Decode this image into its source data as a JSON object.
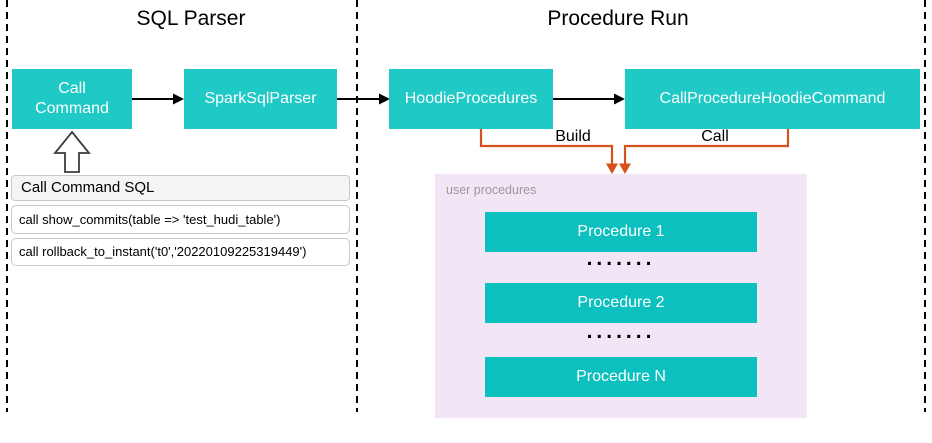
{
  "sections": {
    "left": {
      "title": "SQL Parser"
    },
    "right": {
      "title": "Procedure Run"
    }
  },
  "nodes": {
    "call_command": {
      "label": "Call Command"
    },
    "spark_sql_parser": {
      "label": "SparkSqlParser"
    },
    "hoodie_procedures": {
      "label": "HoodieProcedures"
    },
    "call_procedure_hoodie_command": {
      "label": "CallProcedureHoodieCommand"
    }
  },
  "connectors": {
    "build_label": "Build",
    "call_label": "Call"
  },
  "sql_panel": {
    "title": "Call Command SQL",
    "statements": [
      "call show_commits(table => 'test_hudi_table')",
      "call rollback_to_instant('t0','20220109225319449')"
    ]
  },
  "procedures_panel": {
    "label": "user procedures",
    "items": [
      "Procedure 1",
      "Procedure 2",
      "Procedure N"
    ],
    "ellipsis": "......."
  },
  "colors": {
    "node_teal": "#1ec9c6",
    "procedure_teal": "#0cc0c0",
    "panel_lavender": "#f2e5f5",
    "connector_orange": "#d6511d"
  }
}
